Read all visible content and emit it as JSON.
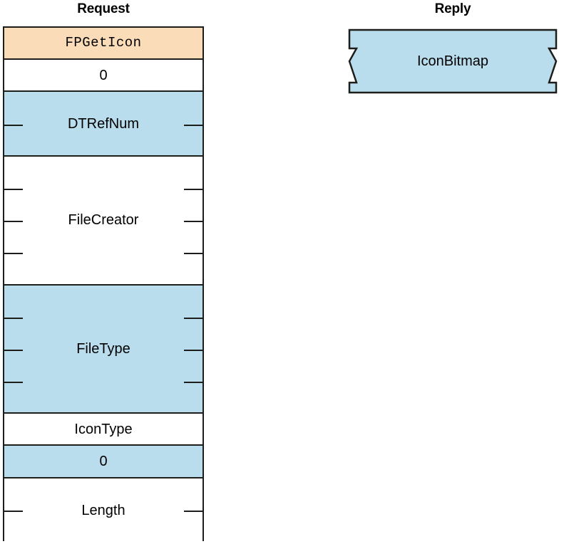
{
  "diagram": {
    "title_request": "Request",
    "title_reply": "Reply",
    "colors": {
      "command_fill": "#fadcb8",
      "highlight_fill": "#b9dded",
      "plain_fill": "#ffffff",
      "stroke": "#1d1d1b"
    }
  },
  "request": {
    "heading": "Request",
    "fields": [
      {
        "label": "FPGetIcon",
        "fill": "orange",
        "span": 1,
        "mono": true,
        "ticks": 0
      },
      {
        "label": "0",
        "fill": "white",
        "span": 1,
        "mono": false,
        "ticks": 0
      },
      {
        "label": "DTRefNum",
        "fill": "blue",
        "span": 2,
        "mono": false,
        "ticks": 1
      },
      {
        "label": "FileCreator",
        "fill": "white",
        "span": 4,
        "mono": false,
        "ticks": 3
      },
      {
        "label": "FileType",
        "fill": "blue",
        "span": 4,
        "mono": false,
        "ticks": 3
      },
      {
        "label": "IconType",
        "fill": "white",
        "span": 1,
        "mono": false,
        "ticks": 0
      },
      {
        "label": "0",
        "fill": "blue",
        "span": 1,
        "mono": false,
        "ticks": 0
      },
      {
        "label": "Length",
        "fill": "white",
        "span": 2,
        "mono": false,
        "ticks": 1
      }
    ]
  },
  "reply": {
    "heading": "Reply",
    "fields": [
      {
        "label": "IconBitmap",
        "fill": "blue",
        "torn": true
      }
    ]
  }
}
